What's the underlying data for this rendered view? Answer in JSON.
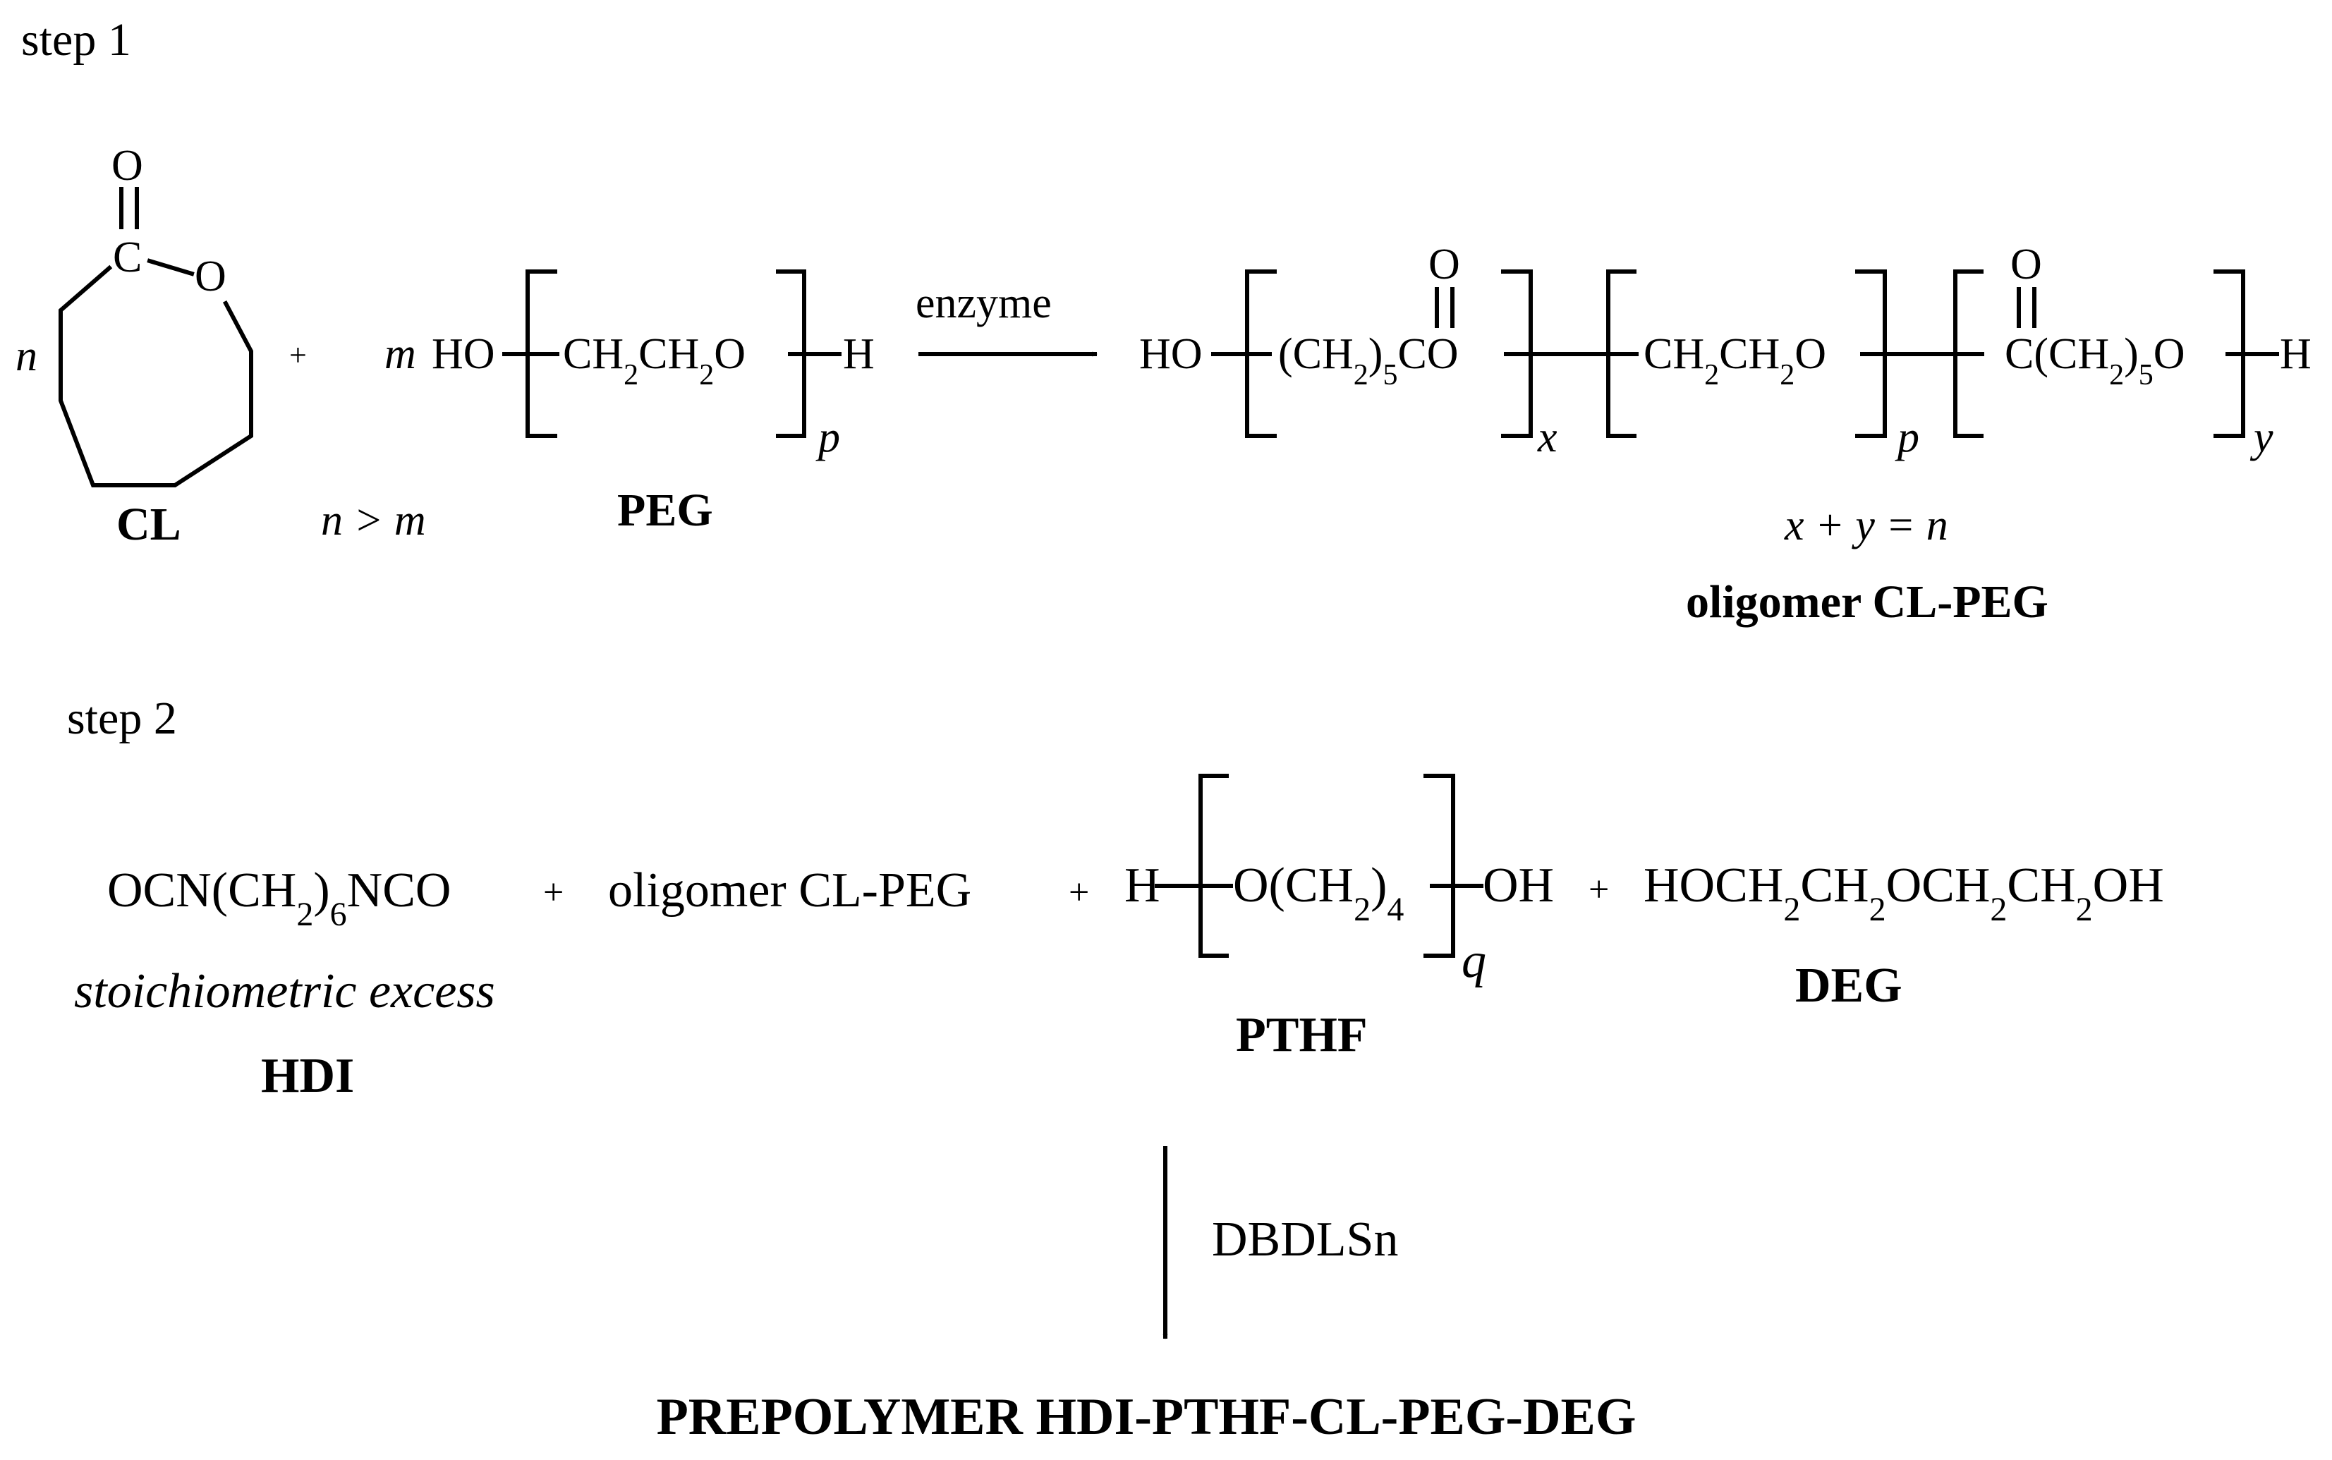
{
  "step1": {
    "label": "step 1",
    "cl": {
      "carbonyl_o": "O",
      "carbonyl_c": "C",
      "ring_o": "O",
      "n": "n",
      "name": "CL"
    },
    "plus": "+",
    "peg": {
      "m": "m",
      "left": "HO",
      "repeat": "CH2CH2O",
      "right": "H",
      "p": "p",
      "name": "PEG"
    },
    "condition": "n > m",
    "arrow_label": "enzyme",
    "product": {
      "ho": "HO",
      "unit1": "(CH2)5CO",
      "unit1_o": "O",
      "x": "x",
      "unit2": "CH2CH2O",
      "p": "p",
      "unit3": "C(CH2)5O",
      "unit3_o": "O",
      "y": "y",
      "h": "H",
      "equation": "x + y = n",
      "name": "oligomer CL-PEG"
    }
  },
  "step2": {
    "label": "step 2",
    "hdi": {
      "formula": "OCN(CH2)6NCO",
      "note": "stoichiometric excess",
      "name": "HDI"
    },
    "plus": "+",
    "oligomer": "oligomer CL-PEG",
    "pthf": {
      "h": "H",
      "repeat": "O(CH2)4",
      "oh": "OH",
      "q": "q",
      "name": "PTHF"
    },
    "deg": {
      "formula": "HOCH2CH2OCH2CH2OH",
      "name": "DEG"
    },
    "catalyst": "DBDLSn",
    "product": "PREPOLYMER HDI-PTHF-CL-PEG-DEG"
  }
}
